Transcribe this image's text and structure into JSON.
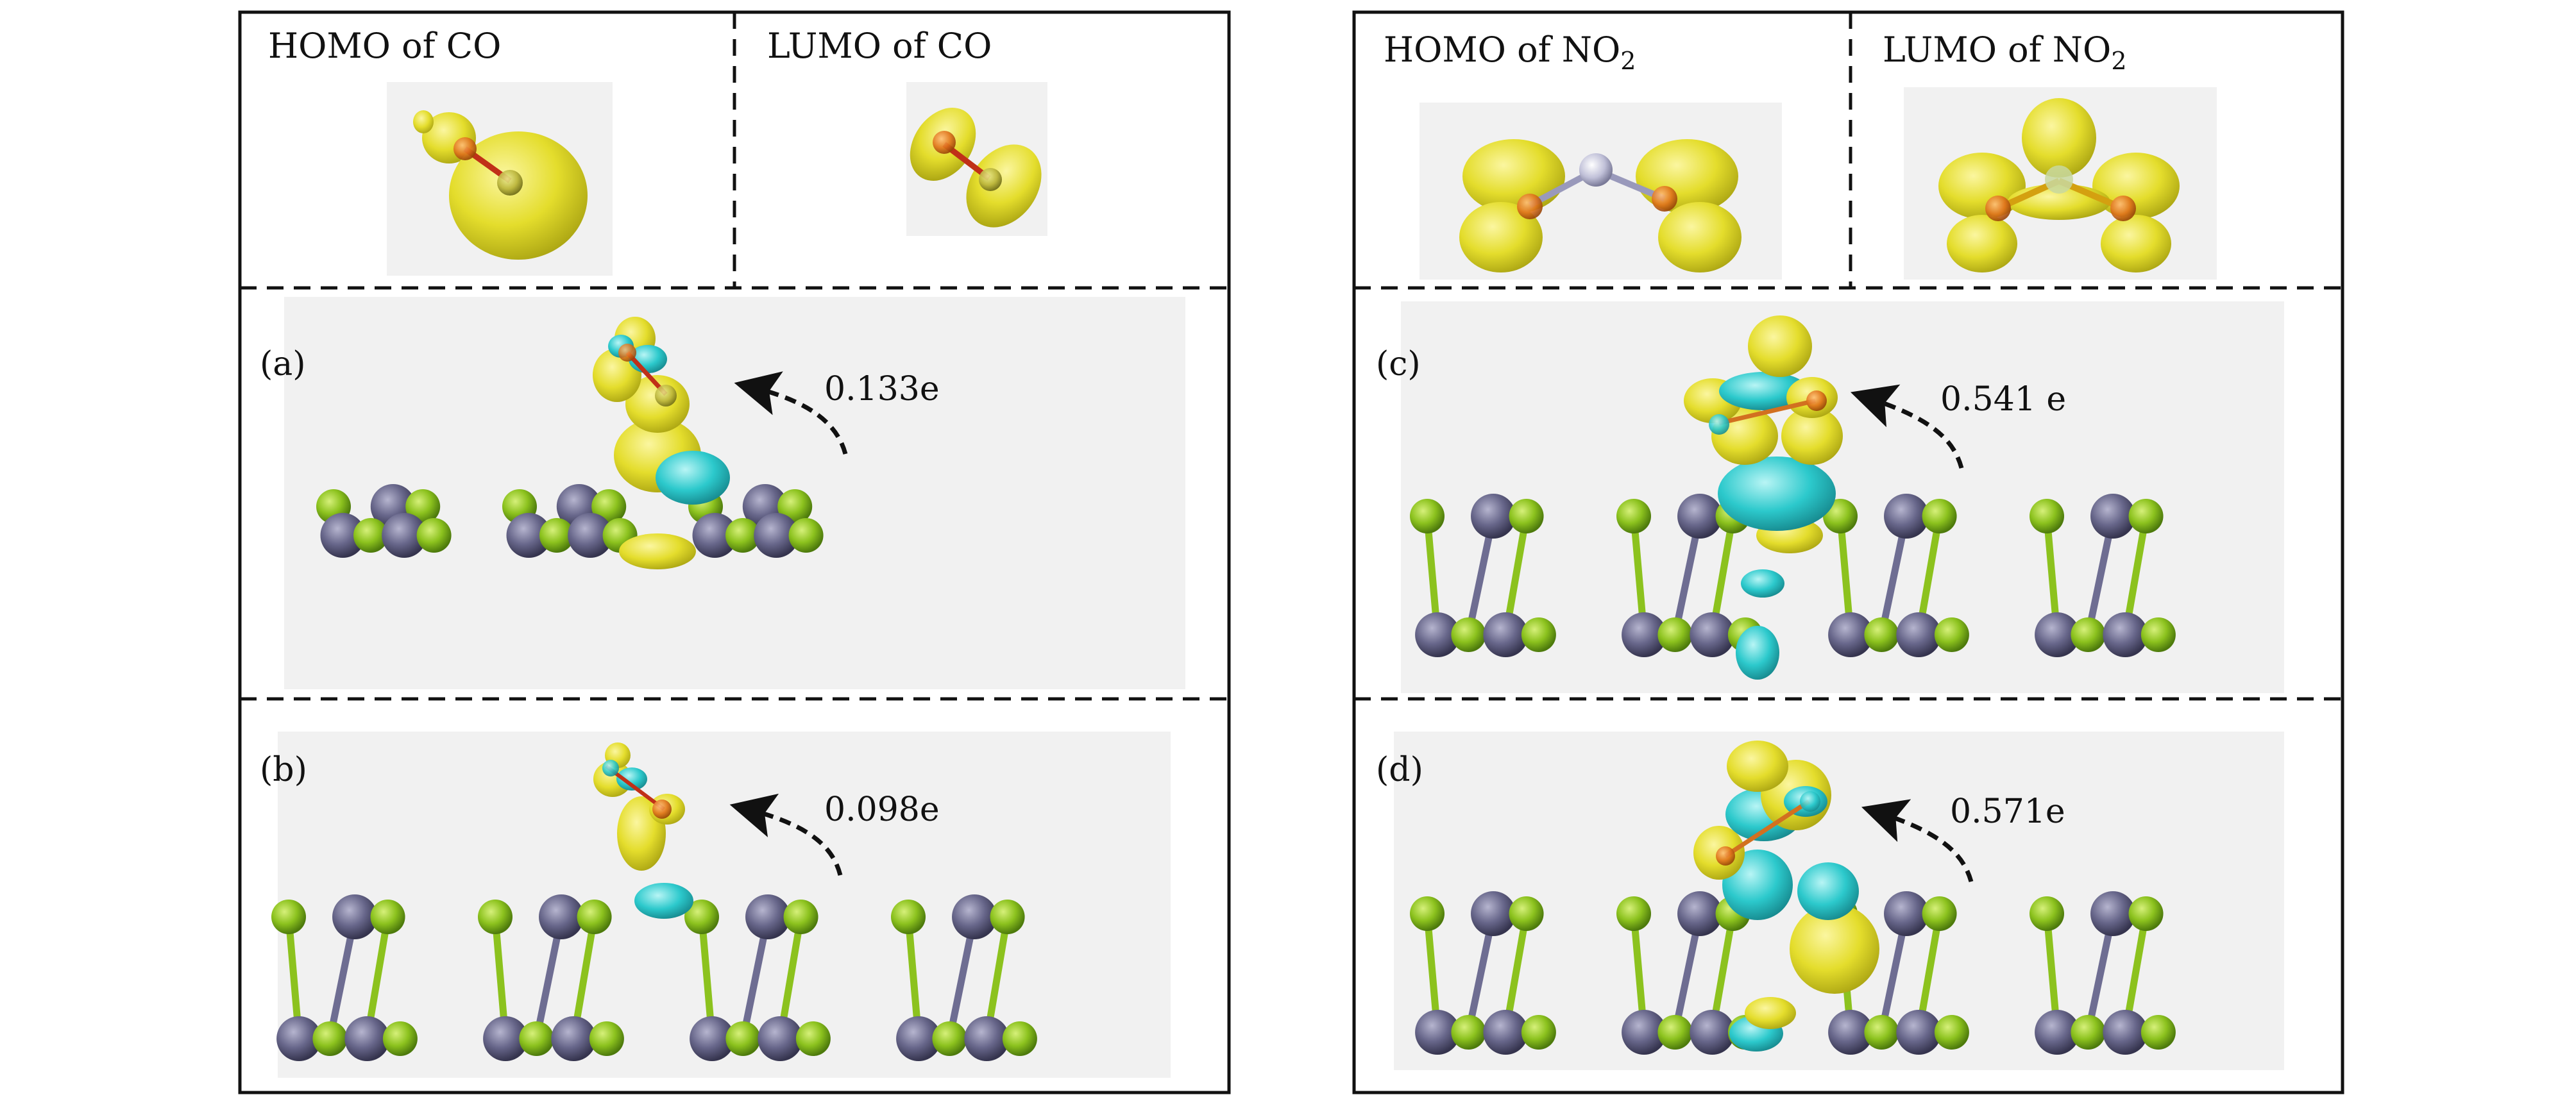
{
  "figure": {
    "left_panel": {
      "headers": {
        "homo_label": "HOMO of CO",
        "lumo_label": "LUMO of CO"
      },
      "panel_a": {
        "tag": "(a)",
        "charge_transfer": "0.133e"
      },
      "panel_b": {
        "tag": "(b)",
        "charge_transfer": "0.098e"
      }
    },
    "right_panel": {
      "headers": {
        "homo_label_prefix": "HOMO of NO",
        "homo_subscript": "2",
        "lumo_label_prefix": "LUMO of NO",
        "lumo_subscript": "2"
      },
      "panel_c": {
        "tag": "(c)",
        "charge_transfer": "0.541 e"
      },
      "panel_d": {
        "tag": "(d)",
        "charge_transfer": "0.571e"
      }
    }
  },
  "colors": {
    "frame": "#111111",
    "image_bg": "#f1f1f1",
    "charge_accumulation": "#e3dc28",
    "charge_depletion": "#2cc9cc",
    "metal_atom": "#5e5d80",
    "nonmetal_atom": "#8cc21e",
    "oxygen_atom": "#e0731c",
    "nitrogen_atom": "#b8b8d2"
  }
}
